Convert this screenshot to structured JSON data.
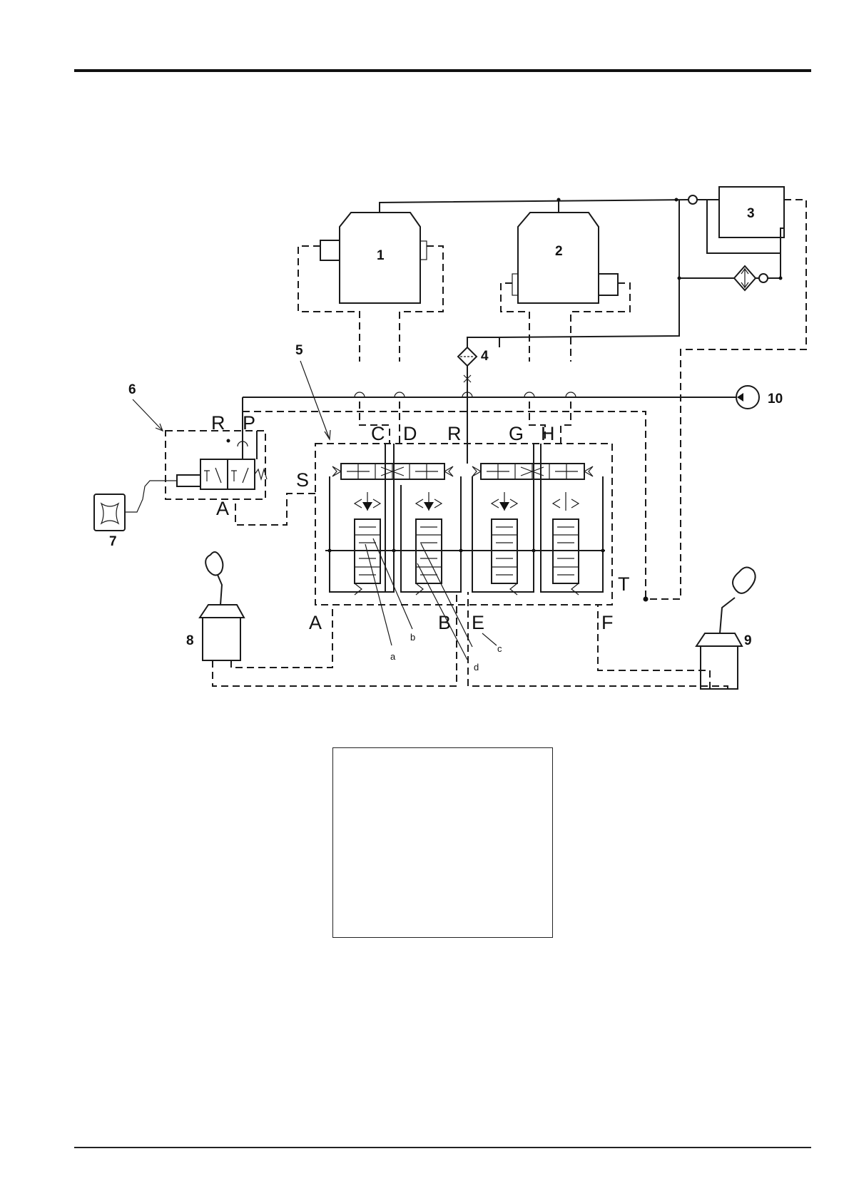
{
  "component_numbers": [
    "1",
    "2",
    "3",
    "4",
    "5",
    "6",
    "7",
    "8",
    "9",
    "10"
  ],
  "port_labels": {
    "R_valve": "R",
    "P_valve": "P",
    "A_valve": "A",
    "S": "S",
    "C": "C",
    "D": "D",
    "R_block": "R",
    "G": "G",
    "H": "H",
    "A_block": "A",
    "B": "B",
    "E": "E",
    "F": "F",
    "T": "T"
  },
  "spool_labels": [
    "a",
    "b",
    "c",
    "d"
  ]
}
